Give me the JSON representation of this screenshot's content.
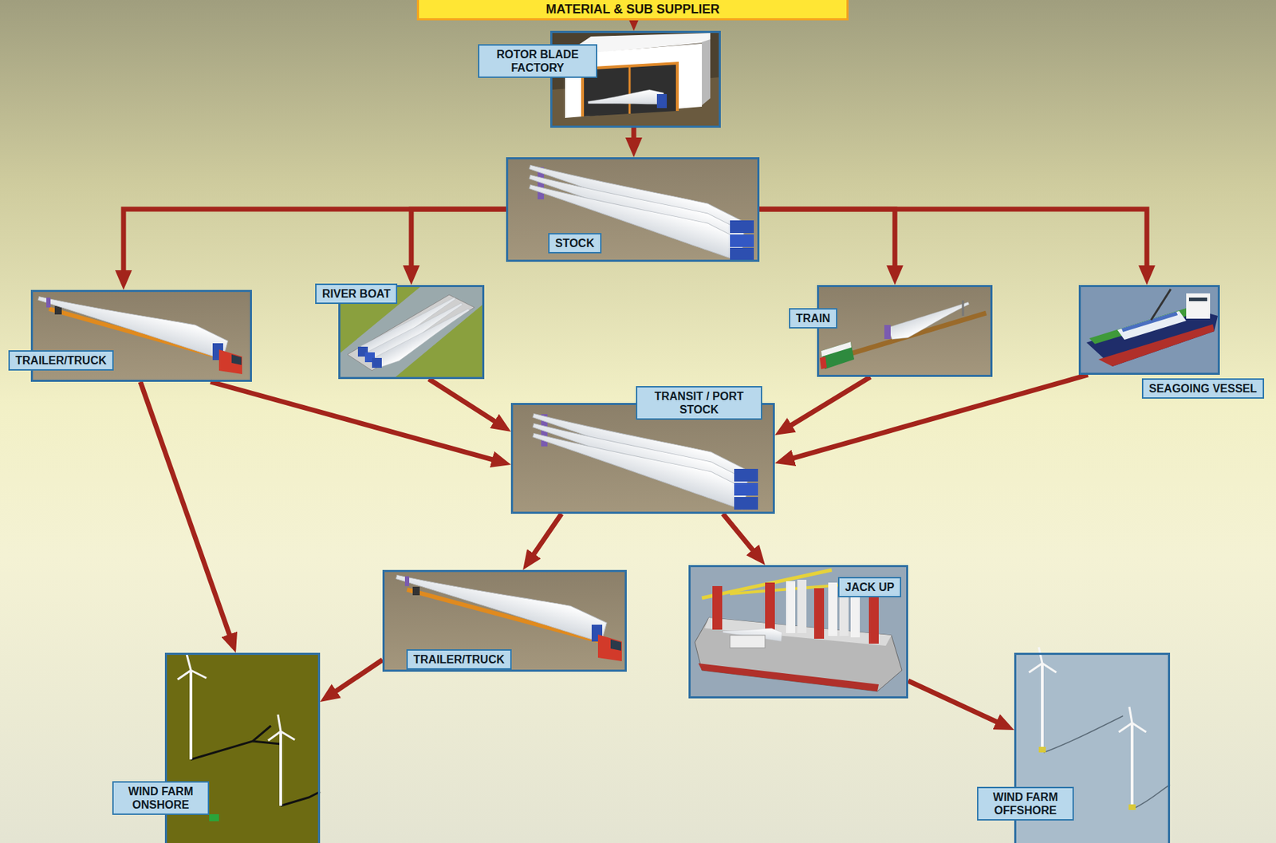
{
  "diagram": {
    "nodes": [
      {
        "text": [
          "MATERIAL & SUB SUPPLIER"
        ]
      },
      {
        "text": [
          "ROTOR BLADE FACTORY"
        ]
      },
      {
        "text": [
          "STOCK"
        ]
      },
      {
        "text": [
          "TRAILER/TRUCK"
        ]
      },
      {
        "text": [
          "RIVER BOAT"
        ]
      },
      {
        "text": [
          "TRAIN"
        ]
      },
      {
        "text": [
          "SEAGOING VESSEL"
        ]
      },
      {
        "text": [
          "TRANSIT / PORT STOCK"
        ]
      },
      {
        "text": [
          "TRAILER/TRUCK"
        ]
      },
      {
        "text": [
          "JACK UP"
        ]
      },
      {
        "text": [
          "WIND FARM ONSHORE"
        ]
      },
      {
        "text": [
          "WIND FARM OFFSHORE"
        ]
      }
    ],
    "edges": [
      {
        "from": 0,
        "to": 1,
        "arrow": "to"
      },
      {
        "from": 1,
        "to": 2,
        "arrow": "to"
      },
      {
        "from": 2,
        "to": 3,
        "arrow": "to"
      },
      {
        "from": 2,
        "to": 4,
        "arrow": "to"
      },
      {
        "from": 2,
        "to": 5,
        "arrow": "to"
      },
      {
        "from": 2,
        "to": 6,
        "arrow": "to"
      },
      {
        "from": 3,
        "to": 10,
        "arrow": "to"
      },
      {
        "from": 3,
        "to": 7,
        "arrow": "to"
      },
      {
        "from": 4,
        "to": 7,
        "arrow": "to"
      },
      {
        "from": 5,
        "to": 7,
        "arrow": "to"
      },
      {
        "from": 6,
        "to": 7,
        "arrow": "to"
      },
      {
        "from": 7,
        "to": 8,
        "arrow": "to"
      },
      {
        "from": 7,
        "to": 9,
        "arrow": "to"
      },
      {
        "from": 8,
        "to": 10,
        "arrow": "to"
      },
      {
        "from": 9,
        "to": 11,
        "arrow": "to"
      }
    ]
  }
}
